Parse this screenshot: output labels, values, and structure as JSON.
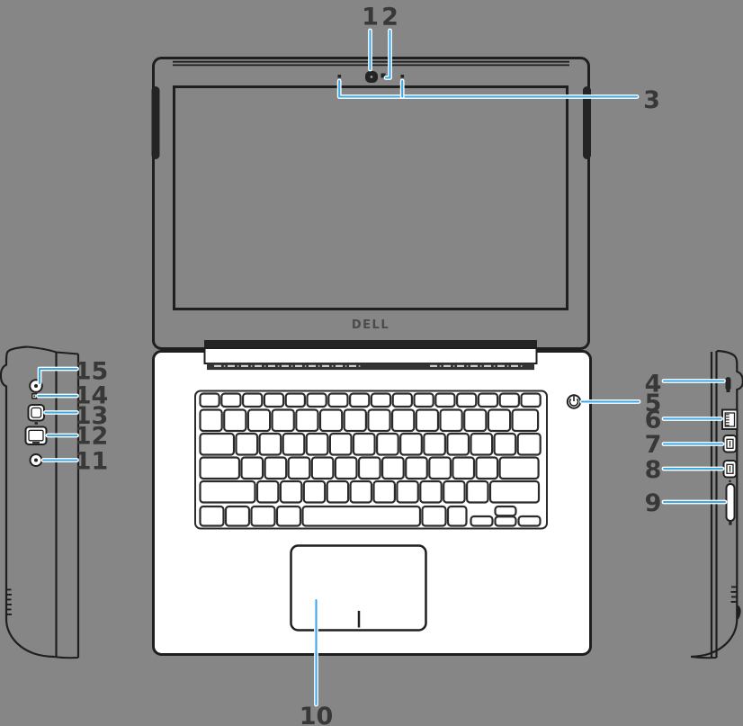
{
  "diagram": {
    "brand_logo": "DELL",
    "callouts": [
      {
        "number": "1",
        "target": "camera"
      },
      {
        "number": "2",
        "target": "camera-status-light"
      },
      {
        "number": "3",
        "target": "microphones"
      },
      {
        "number": "4",
        "target": "security-cable-slot"
      },
      {
        "number": "5",
        "target": "power-button"
      },
      {
        "number": "6",
        "target": "network-port"
      },
      {
        "number": "7",
        "target": "usb-port"
      },
      {
        "number": "8",
        "target": "usb-port"
      },
      {
        "number": "9",
        "target": "media-card-reader"
      },
      {
        "number": "10",
        "target": "touchpad"
      },
      {
        "number": "11",
        "target": "headset-port"
      },
      {
        "number": "12",
        "target": "hdmi-port"
      },
      {
        "number": "13",
        "target": "mini-displayport"
      },
      {
        "number": "14",
        "target": "power-status-light"
      },
      {
        "number": "15",
        "target": "power-adapter-port"
      }
    ],
    "colors": {
      "background": "#868686",
      "outline": "#1f1f1f",
      "dark_fill": "#242424",
      "surface": "#ffffff",
      "leader_blue": "#3BA9E6",
      "label_text": "#383838"
    }
  }
}
